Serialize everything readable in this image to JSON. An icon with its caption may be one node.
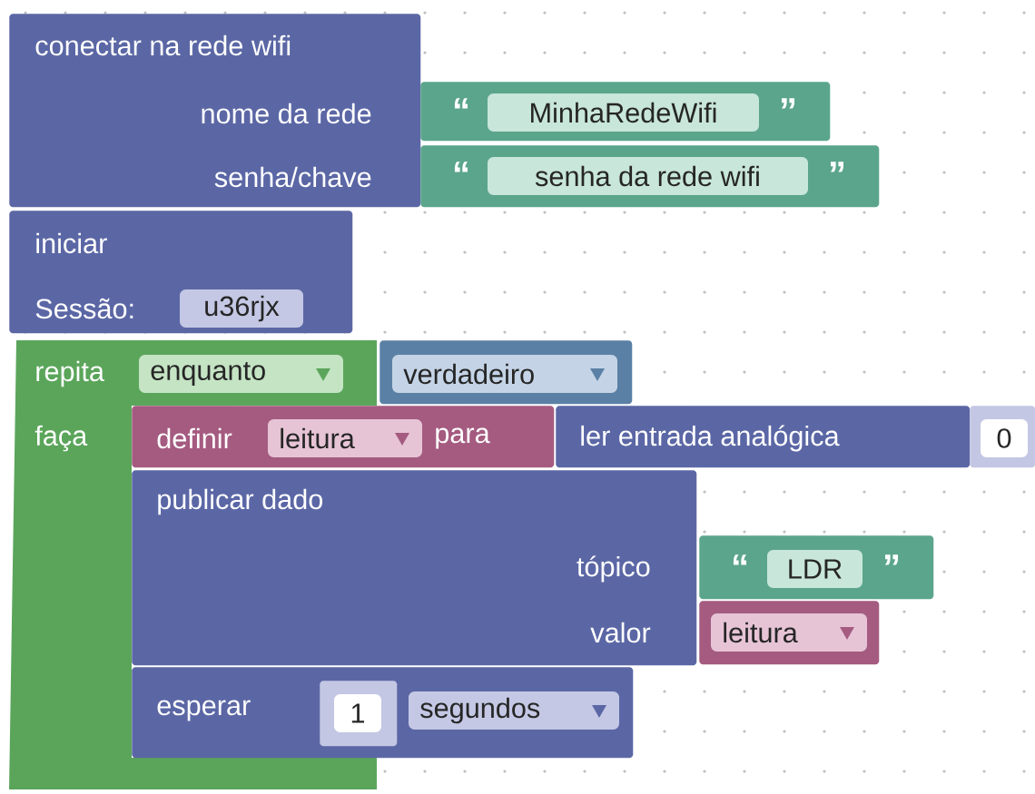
{
  "diagram": {
    "nodes": [
      {
        "text": [
          "conectar na rede wifi",
          "nome da rede",
          "senha/chave"
        ]
      },
      {
        "text": [
          "“",
          "MinhaRedeWifi",
          "”"
        ]
      },
      {
        "text": [
          "“",
          "senha da rede wifi",
          "”"
        ]
      },
      {
        "text": [
          "iniciar",
          "Sessão:",
          "u36rjx"
        ]
      },
      {
        "text": [
          "repita",
          "enquanto",
          "faça"
        ]
      },
      {
        "text": [
          "verdadeiro"
        ]
      },
      {
        "text": [
          "definir",
          "leitura",
          "para"
        ]
      },
      {
        "text": [
          "ler entrada analógica"
        ]
      },
      {
        "text": [
          "0"
        ]
      },
      {
        "text": [
          "publicar dado",
          "tópico",
          "valor"
        ]
      },
      {
        "text": [
          "“",
          "LDR",
          "”"
        ]
      },
      {
        "text": [
          "leitura"
        ]
      },
      {
        "text": [
          "esperar",
          "segundos"
        ]
      },
      {
        "text": [
          "1"
        ],
        "in": 12
      }
    ]
  }
}
